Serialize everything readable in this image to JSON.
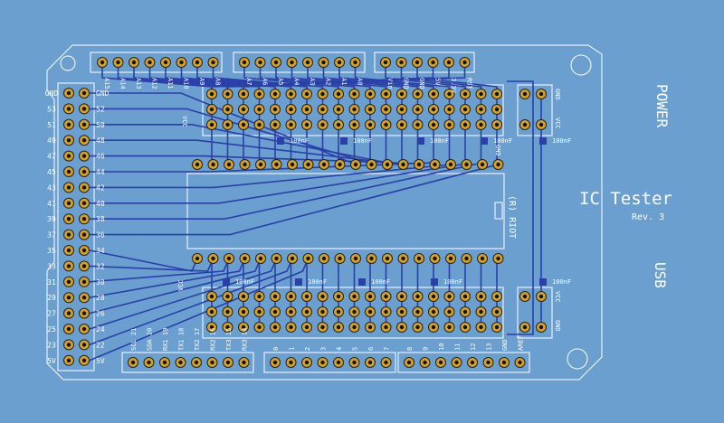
{
  "board": {
    "title": "IC Tester",
    "revision": "Rev. 3",
    "power_label": "POWER",
    "usb_label": "USB",
    "socket_label": "(R) RIOT"
  },
  "labels": {
    "left_col": [
      "GND",
      "53",
      "51",
      "49",
      "47",
      "45",
      "43",
      "41",
      "39",
      "37",
      "35",
      "33",
      "31",
      "29",
      "27",
      "25",
      "23",
      "5V"
    ],
    "right_col": [
      "GND",
      "52",
      "50",
      "48",
      "46",
      "44",
      "42",
      "40",
      "38",
      "36",
      "34",
      "32",
      "30",
      "28",
      "26",
      "24",
      "22",
      "5V"
    ],
    "top_analog": [
      "A15",
      "A14",
      "A13",
      "A12",
      "A11",
      "A10",
      "A9",
      "A8",
      "A7",
      "A6",
      "A5",
      "A4",
      "A3",
      "A2",
      "A1",
      "A0",
      "Vin",
      "GND",
      "GND",
      "5V",
      "3.3V",
      "RST"
    ],
    "bottom_comm": [
      "SCL 21",
      "SDA 20",
      "RX1 19",
      "TX1 18",
      "TX2 17",
      "RX2 16",
      "TX3 15",
      "RX3 14"
    ],
    "bottom_digital": [
      "0",
      "1",
      "2",
      "3",
      "4",
      "5",
      "6",
      "7",
      "8",
      "9",
      "10",
      "11",
      "12",
      "13",
      "GND",
      "AREF"
    ],
    "side_pwr_top": [
      "GND",
      "VCC"
    ],
    "side_pwr_bottom": [
      "VCC",
      "GND"
    ],
    "cap_label": "100nF",
    "vcc_label": "VCC",
    "gnd_label": "GND"
  }
}
